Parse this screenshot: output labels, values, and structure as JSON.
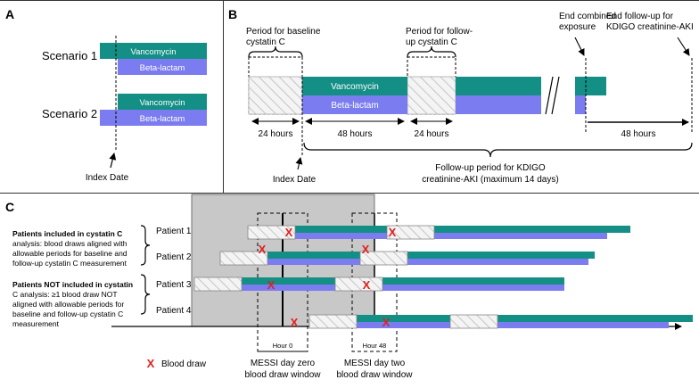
{
  "colors": {
    "teal": "#138f85",
    "periwinkle": "#7b7cf0",
    "gray_panel": "#c8c8c8",
    "hatch_fill": "#f4f4f4",
    "red_x": "#e0201f"
  },
  "panel_a": {
    "letter": "A",
    "scenario1": "Scenario 1",
    "scenario2": "Scenario 2",
    "vanco": "Vancomycin",
    "beta": "Beta-lactam",
    "index_date": "Index Date"
  },
  "panel_b": {
    "letter": "B",
    "baseline_period": [
      "Period for baseline",
      "cystatin C"
    ],
    "followup_period": [
      "Period for follow-",
      "up cystatin C"
    ],
    "end_combined": [
      "End combined",
      "exposure"
    ],
    "end_followup": [
      "End follow-up for",
      "KDIGO creatinine-AKI"
    ],
    "vanco": "Vancomycin",
    "beta": "Beta-lactam",
    "h24_a": "24 hours",
    "h48": "48 hours",
    "h24_b": "24 hours",
    "h48_end": "48 hours",
    "index_date": "Index Date",
    "followup_kdigo": [
      "Follow-up period for KDIGO",
      "creatinine-AKI (maximum 14 days)"
    ]
  },
  "panel_c": {
    "letter": "C",
    "included_heading": "Patients included in cystatin C analysis:",
    "included_lines": [
      "Patients included in cystatin C",
      "analysis: blood draws aligned with",
      "allowable periods for baseline and",
      "follow-up cystatin C measurement"
    ],
    "not_included_lines": [
      "Patients NOT included in cystatin",
      "C analysis: ≥1 blood draw NOT",
      "aligned with allowable periods for",
      "baseline and follow-up cystatin C",
      "measurement"
    ],
    "patients": [
      "Patient 1",
      "Patient 2",
      "Patient 3",
      "Patient 4"
    ],
    "hour0": "Hour 0",
    "hour48": "Hour 48",
    "messi_zero": [
      "MESSI day zero",
      "blood draw window"
    ],
    "messi_two": [
      "MESSI day two",
      "blood draw window"
    ],
    "blood_draw_label": "Blood draw",
    "x_mark": "X"
  }
}
